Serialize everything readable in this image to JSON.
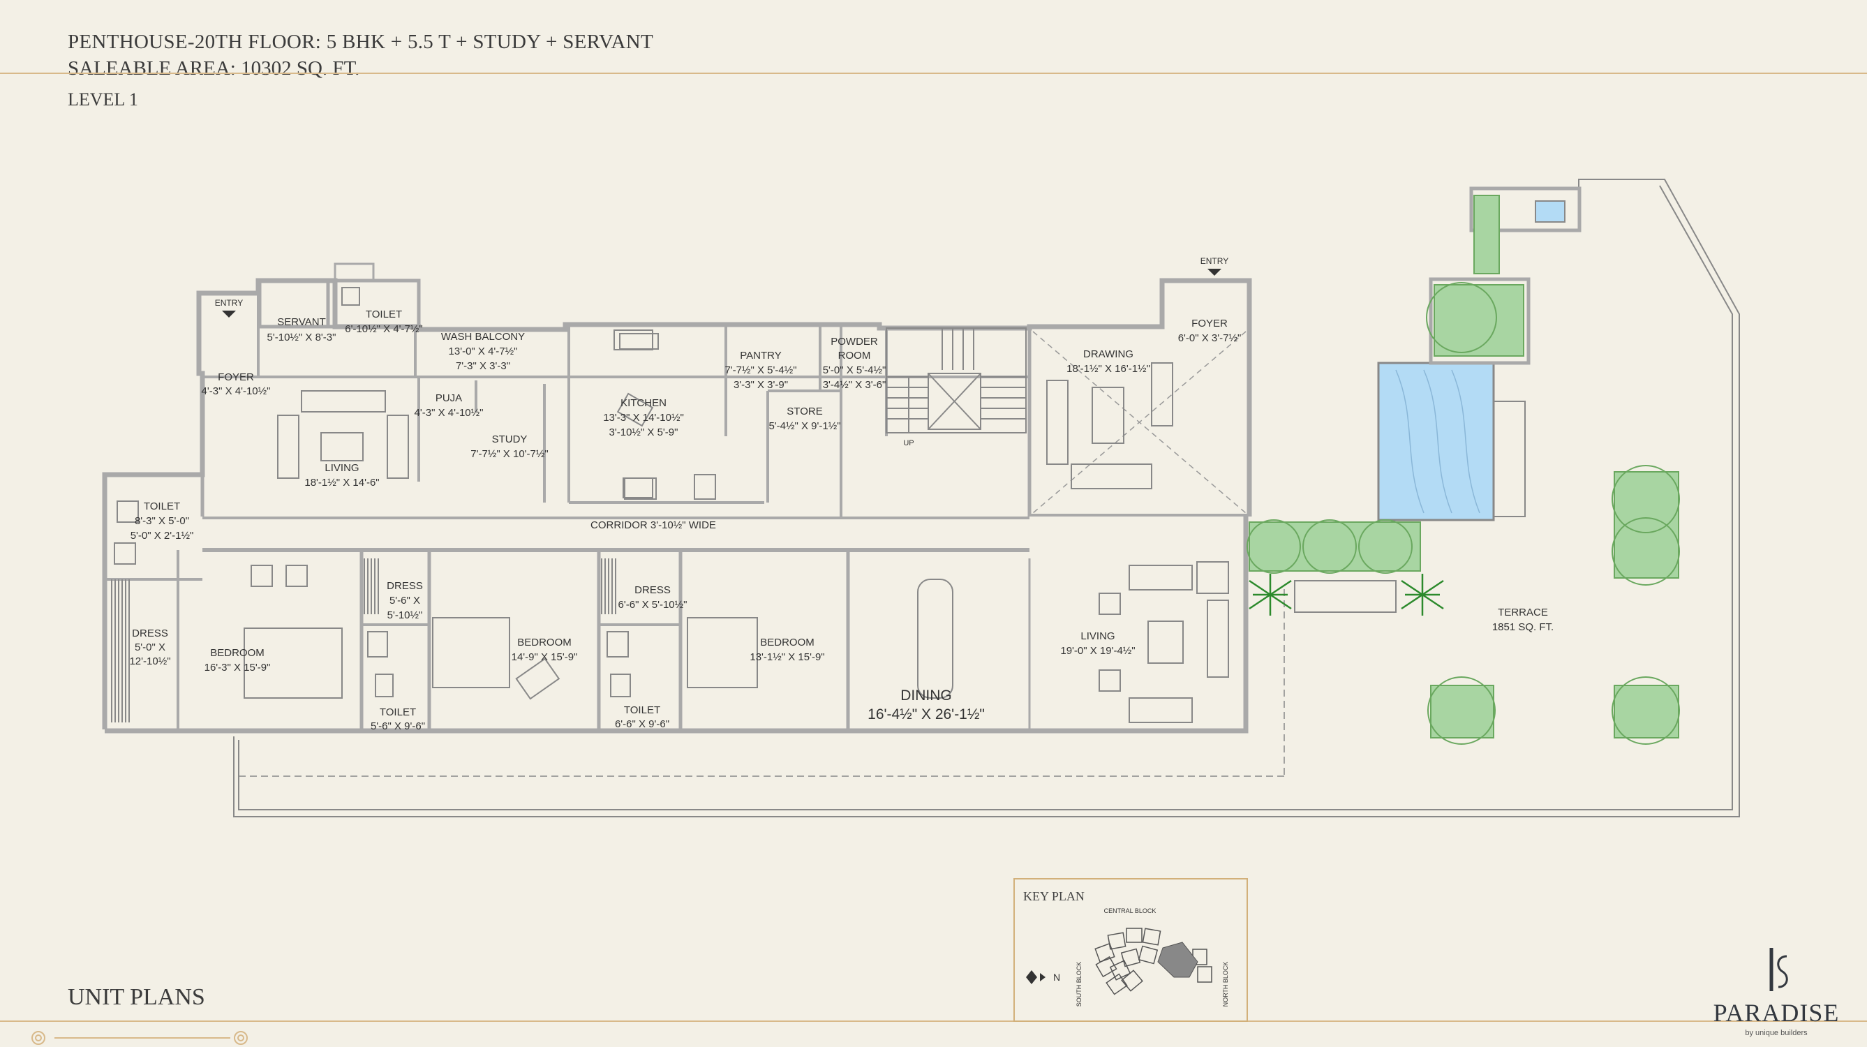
{
  "header": {
    "title": "PENTHOUSE-20TH FLOOR: 5 BHK + 5.5 T + STUDY + SERVANT",
    "area": "SALEABLE AREA: 10302 SQ. FT.",
    "level": "LEVEL 1"
  },
  "footer": {
    "section": "UNIT PLANS"
  },
  "rooms": {
    "entry_left": "ENTRY",
    "entry_right": "ENTRY",
    "servant": {
      "name": "SERVANT",
      "dim": "5'-10½\" X 8'-3\""
    },
    "toilet_servant": {
      "name": "TOILET",
      "dim": "6'-10½\" X 4'-7½\""
    },
    "wash_balcony": {
      "name": "WASH BALCONY",
      "dim1": "13'-0\" X 4'-7½\"",
      "dim2": "7'-3\" X 3'-3\""
    },
    "foyer_left": {
      "name": "FOYER",
      "dim": "4'-3\" X 4'-10½\""
    },
    "puja": {
      "name": "PUJA",
      "dim": "4'-3\" X 4'-10½\""
    },
    "study": {
      "name": "STUDY",
      "dim": "7'-7½\" X 10'-7½\""
    },
    "living_left": {
      "name": "LIVING",
      "dim": "18'-1½\" X 14'-6\""
    },
    "kitchen": {
      "name": "KITCHEN",
      "dim1": "13'-3\" X 14'-10½\"",
      "dim2": "3'-10½\" X 5'-9\""
    },
    "pantry": {
      "name": "PANTRY",
      "dim1": "7'-7½\" X 5'-4½\"",
      "dim2": "3'-3\" X 3'-9\""
    },
    "powder": {
      "name1": "POWDER",
      "name2": "ROOM",
      "dim1": "5'-0\" X 5'-4½\"",
      "dim2": "3'-4½\" X 3'-6\""
    },
    "store": {
      "name": "STORE",
      "dim": "5'-4½\" X 9'-1½\""
    },
    "stair_up": "UP",
    "drawing": {
      "name": "DRAWING",
      "dim": "18'-1½\" X 16'-1½\""
    },
    "foyer_right": {
      "name": "FOYER",
      "dim": "6'-0\" X 3'-7½\""
    },
    "toilet_left": {
      "name": "TOILET",
      "dim1": "8'-3\" X 5'-0\"",
      "dim2": "5'-0\" X 2'-1½\""
    },
    "corridor": "CORRIDOR 3'-10½\" WIDE",
    "dress_left": {
      "name": "DRESS",
      "dim1": "5'-0\" X",
      "dim2": "12'-10½\""
    },
    "bedroom1": {
      "name": "BEDROOM",
      "dim": "16'-3\" X 15'-9\""
    },
    "dress2": {
      "name": "DRESS",
      "dim1": "5'-6\" X",
      "dim2": "5'-10½\""
    },
    "toilet2": {
      "name": "TOILET",
      "dim": "5'-6\" X 9'-6\""
    },
    "bedroom2": {
      "name": "BEDROOM",
      "dim": "14'-9\" X 15'-9\""
    },
    "dress3": {
      "name": "DRESS",
      "dim": "6'-6\" X 5'-10½\""
    },
    "toilet3": {
      "name": "TOILET",
      "dim": "6'-6\" X 9'-6\""
    },
    "bedroom3": {
      "name": "BEDROOM",
      "dim": "13'-1½\" X 15'-9\""
    },
    "dining": {
      "name": "DINING",
      "dim": "16'-4½\" X 26'-1½\""
    },
    "living_right": {
      "name": "LIVING",
      "dim": "19'-0\" X 19'-4½\""
    },
    "terrace": {
      "name": "TERRACE",
      "dim": "1851 SQ. FT."
    }
  },
  "keyplan": {
    "title": "KEY PLAN",
    "central": "CENTRAL BLOCK",
    "south": "SOUTH BLOCK",
    "north": "NORTH BLOCK",
    "compass": "N"
  },
  "logo": {
    "name": "PARADISE",
    "tagline": "by unique builders",
    "monogram": "IS"
  },
  "colors": {
    "gold": "#d8b98a",
    "wall": "#c9c9c9",
    "water": "#b3dbf5",
    "greenery": "#a8d5a2"
  }
}
